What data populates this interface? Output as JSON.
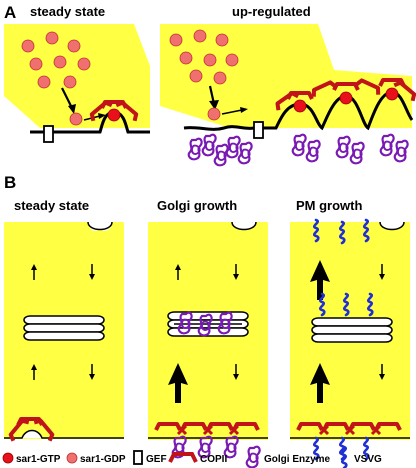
{
  "panel_a": {
    "letter": "A",
    "left_title": "steady state",
    "right_title": "up-regulated"
  },
  "panel_b": {
    "letter": "B",
    "titles": [
      "steady state",
      "Golgi growth",
      "PM growth"
    ]
  },
  "legend": {
    "sar1_gtp": "sar1-GTP",
    "sar1_gdp": "sar1-GDP",
    "gef": "GEF",
    "copii": "COPII",
    "golgi_enzyme": "Golgi Enzyme",
    "vsvg": "VSVG"
  },
  "colors": {
    "cell_yellow": "#ffff44",
    "sar1_gtp": "#e8101a",
    "sar1_gdp": "#f07070",
    "copii": "#c0141a",
    "golgi_enzyme": "#7a1ab5",
    "vsvg": "#1f2fd6",
    "membrane": "#000000"
  },
  "icons": [
    "arrow-icon",
    "sar1-gtp-icon",
    "sar1-gdp-icon",
    "gef-icon",
    "copii-icon",
    "golgi-enzyme-icon",
    "vsvg-icon"
  ]
}
